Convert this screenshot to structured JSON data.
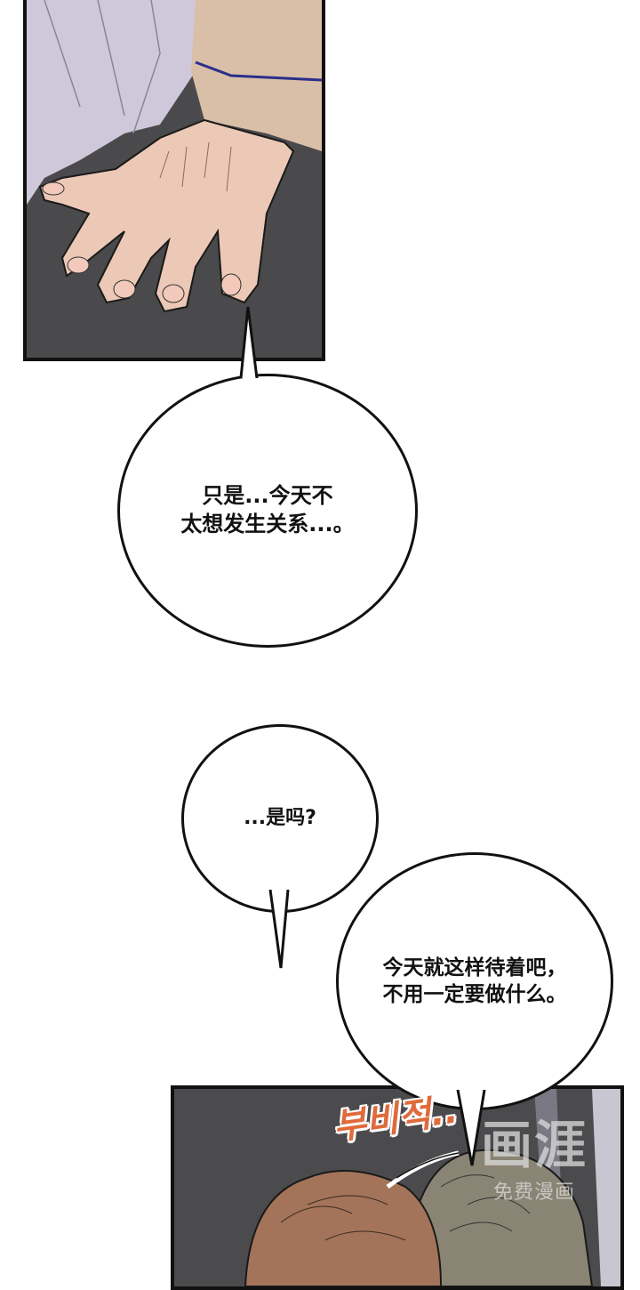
{
  "comic": {
    "panels": [
      {
        "id": "panel-hand",
        "description": "Close-up of a hand resting on a dark surface beside a sleeve"
      },
      {
        "id": "panel-heads",
        "description": "Two characters' heads (brown and grey hair) against a dark background"
      }
    ],
    "bubbles": [
      {
        "id": "bubble-1",
        "text": "只是...今天不\n太想发生关系...。"
      },
      {
        "id": "bubble-2",
        "text": "...是吗?"
      },
      {
        "id": "bubble-3",
        "text": "今天就这样待着吧，\n不用一定要做什么。"
      }
    ],
    "sfx": {
      "text": "부비적.."
    },
    "watermark": {
      "logo": "画涯",
      "subtitle": "免费漫画"
    },
    "colors": {
      "panel_bg_dark": "#4a4a4c",
      "sleeve_lavender": "#c9c2d6",
      "skin": "#e7c4b0",
      "sfx_orange": "#e06a3c",
      "hair_brown": "#a4745a",
      "hair_grey": "#8a8474",
      "outline": "#111111"
    }
  }
}
